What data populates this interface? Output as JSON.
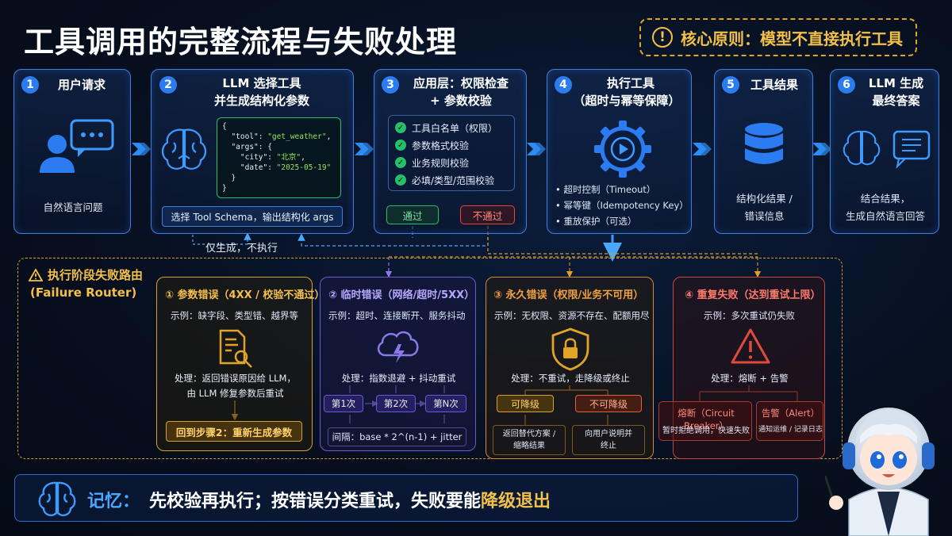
{
  "title": "工具调用的完整流程与失败处理",
  "principle": {
    "icon": "!",
    "text": "核心原则：模型不直接执行工具"
  },
  "steps": [
    {
      "num": "1",
      "title": "用户请求",
      "desc": "自然语言问题"
    },
    {
      "num": "2",
      "title_line1": "LLM 选择工具",
      "title_line2": "并生成结构化参数",
      "json_lines": [
        "{",
        "  \"tool\": ",
        "\"get_weather\"",
        ",",
        "  \"args\": {",
        "    \"city\": ",
        "\"北京\"",
        ",",
        "    \"date\": ",
        "\"2025-05-19\"",
        "  }",
        "}"
      ],
      "schema": "选择 Tool Schema，输出结构化 args",
      "loop_note": "仅生成，不执行"
    },
    {
      "num": "3",
      "title_line1": "应用层：权限检查",
      "title_line2": "+ 参数校验",
      "checks": [
        "工具白名单（权限）",
        "参数格式校验",
        "业务规则校验",
        "必填/类型/范围校验"
      ],
      "pass": "通过",
      "fail": "不通过"
    },
    {
      "num": "4",
      "title_line1": "执行工具",
      "title_line2": "（超时与幂等保障）",
      "bullets": [
        "• 超时控制（Timeout）",
        "• 幂等键（Idempotency Key）",
        "• 重放保护（可选）"
      ]
    },
    {
      "num": "5",
      "title": "工具结果",
      "desc_line1": "结构化结果 /",
      "desc_line2": "错误信息"
    },
    {
      "num": "6",
      "title_line1": "LLM 生成",
      "title_line2": "最终答案",
      "desc_line1": "结合结果，",
      "desc_line2": "生成自然语言回答"
    }
  ],
  "router": {
    "title_line1": "执行阶段失败路由",
    "title_line2": "(Failure Router)",
    "cards": [
      {
        "title": "① 参数错误（4XX / 校验不通过）",
        "example": "示例：缺字段、类型错、越界等",
        "handle_line1": "处理：返回错误原因给 LLM，",
        "handle_line2": "由 LLM 修复参数后重试",
        "action": "回到步骤2：重新生成参数"
      },
      {
        "title": "② 临时错误（网络/超时/5XX）",
        "example": "示例：超时、连接断开、服务抖动",
        "handle": "处理：指数退避 + 抖动重试",
        "retries": [
          "第1次",
          "第2次",
          "第N次"
        ],
        "interval": "间隔：base * 2^(n-1) + jitter"
      },
      {
        "title": "③ 永久错误（权限/业务不可用）",
        "example": "示例：无权限、资源不存在、配额用尽",
        "handle": "处理：不重试，走降级或终止",
        "options": [
          {
            "label": "可降级",
            "sub_line1": "返回替代方案 /",
            "sub_line2": "缩略结果"
          },
          {
            "label": "不可降级",
            "sub_line1": "向用户说明并",
            "sub_line2": "终止"
          }
        ]
      },
      {
        "title": "④ 重复失败（达到重试上限）",
        "example": "示例：多次重试仍失败",
        "handle": "处理：熔断 + 告警",
        "options": [
          {
            "label": "熔断（Circuit Breaker）",
            "sub": "暂时拒绝调用，快速失败"
          },
          {
            "label": "告警（Alert）",
            "sub": "通知运维 / 记录日志"
          }
        ]
      }
    ]
  },
  "memory": {
    "label": "记忆：",
    "text": "先校验再执行；按错误分类重试，失败要能",
    "highlight": "降级退出"
  },
  "colors": {
    "accent": "#2b7cf0",
    "gold": "#f3c04a",
    "green": "#27c06a",
    "red": "#e04a3a",
    "purple": "#6a5ad8"
  }
}
